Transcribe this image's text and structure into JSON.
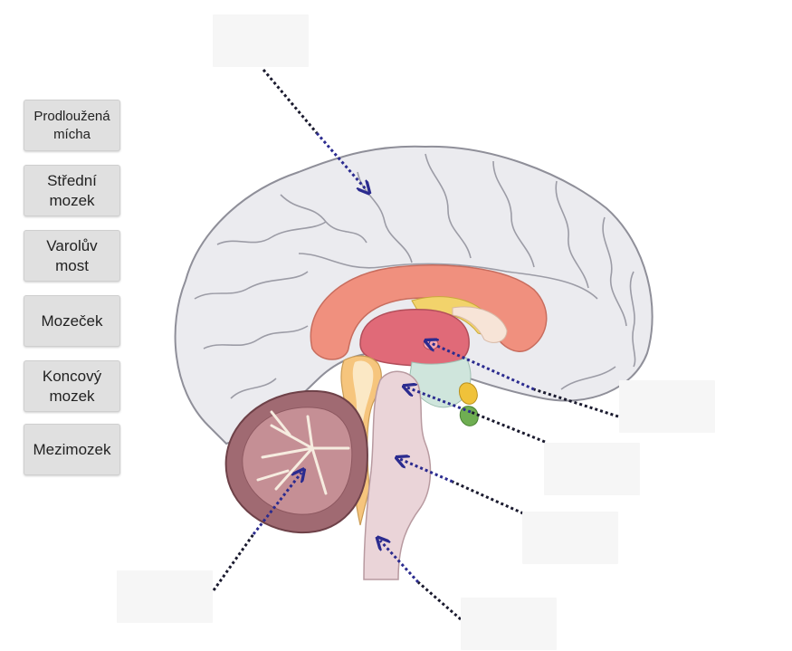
{
  "labels": [
    {
      "id": "prodlouzena-micha",
      "text": "Prodloužená mícha"
    },
    {
      "id": "stredni-mozek",
      "text": "Střední mozek"
    },
    {
      "id": "varoluv-most",
      "text": "Varolův most"
    },
    {
      "id": "mozecek",
      "text": "Mozeček"
    },
    {
      "id": "koncovy-mozek",
      "text": "Koncový mozek"
    },
    {
      "id": "mezimozek",
      "text": "Mezimozek"
    }
  ],
  "drop_zones": [
    {
      "id": "zone-top",
      "value": ""
    },
    {
      "id": "zone-right-1",
      "value": ""
    },
    {
      "id": "zone-right-2",
      "value": ""
    },
    {
      "id": "zone-right-3",
      "value": ""
    },
    {
      "id": "zone-bottom-right",
      "value": ""
    },
    {
      "id": "zone-bottom-left",
      "value": ""
    }
  ],
  "colors": {
    "cortex": "#ebebef",
    "corpus_callosum": "#f0907e",
    "thalamus": "#e06a78",
    "brainstem": "#ead4d8",
    "cerebellum": "#a06a72",
    "pointer_dots": "#2b2b8f"
  }
}
